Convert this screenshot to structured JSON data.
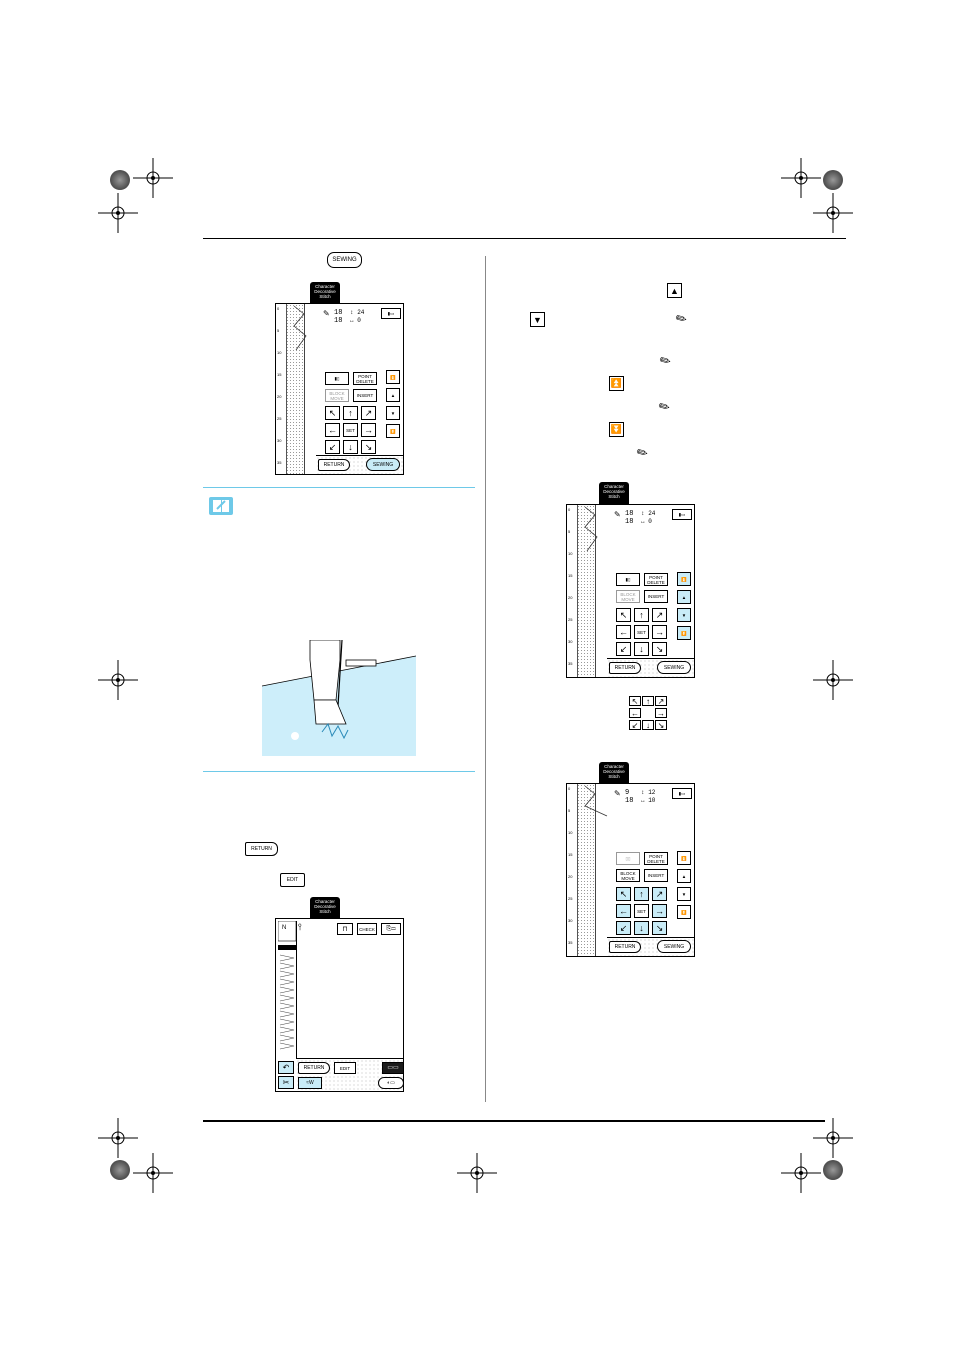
{
  "buttons": {
    "sewing": "SEWING",
    "return": "RETURN",
    "edit": "EDIT",
    "point_delete": "POINT DELETE",
    "block_move": "BLOCK MOVE",
    "insert": "INSERT",
    "set": "SET",
    "check": "CHECK"
  },
  "tab_label": "Character Decorative Stitch",
  "screen1": {
    "count_top": "18",
    "count_bottom": "18",
    "height": "24",
    "width": "0"
  },
  "screen2": {
    "count_top": "18",
    "count_bottom": "18",
    "height": "24",
    "width": "0"
  },
  "screen3": {
    "count_top": "9",
    "count_bottom": "18",
    "height": "12",
    "width": "10"
  },
  "ruler_ticks": [
    "0",
    "5",
    "10",
    "15",
    "20",
    "25",
    "30",
    "35"
  ],
  "arrows": {
    "up": "▲",
    "down": "▼",
    "top": "⏫",
    "bottom": "⏬"
  },
  "icons": {
    "pencil": "✎",
    "note": "memo-book-icon"
  },
  "colors": {
    "accent": "#c9ecf7",
    "note_line": "#6ec9e8",
    "fabric": "#cdeefa"
  }
}
